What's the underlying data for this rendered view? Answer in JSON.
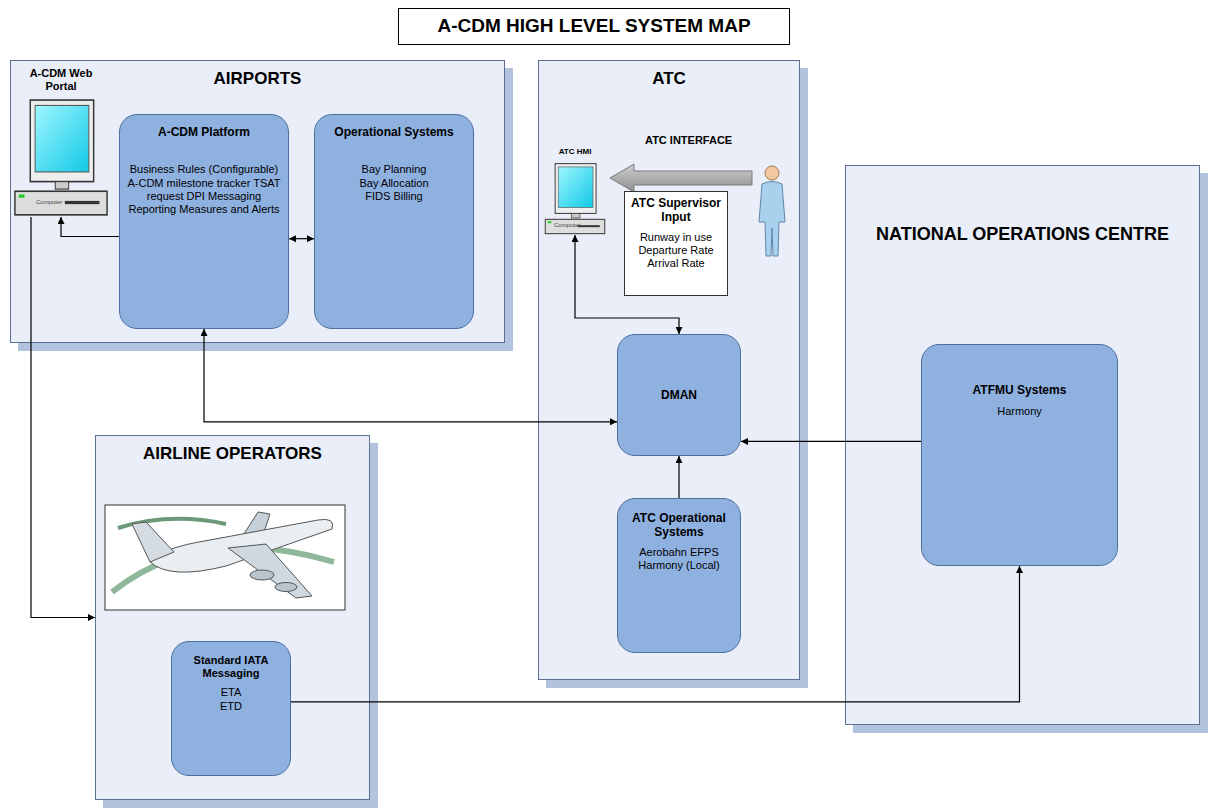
{
  "diagram": {
    "title": "A-CDM HIGH LEVEL SYSTEM MAP",
    "nodes": [
      {
        "text": [
          "AIRPORTS"
        ]
      },
      {
        "text": [
          "A-CDM Web Portal"
        ],
        "in": 0
      },
      {
        "text": [
          "A-CDM Platform",
          "Business Rules (Configurable) A-CDM milestone tracker TSAT request DPI Messaging Reporting Measures and Alerts"
        ],
        "in": 0
      },
      {
        "text": [
          "Operational Systems",
          "Bay Planning Bay Allocation FIDS Billing"
        ],
        "in": 0
      },
      {
        "text": [
          "ATC"
        ]
      },
      {
        "text": [
          "ATC HMI"
        ],
        "in": 4
      },
      {
        "text": [
          "ATC Supervisor Input",
          "Runway in use Departure Rate Arrival Rate"
        ],
        "in": 4
      },
      {
        "text": [
          "DMAN"
        ],
        "in": 4
      },
      {
        "text": [
          "ATC Operational Systems",
          "Aerobahn EFPS Harmony (Local)"
        ],
        "in": 4
      },
      {
        "text": [
          "NATIONAL OPERATIONS CENTRE"
        ]
      },
      {
        "text": [
          "ATFMU Systems",
          "Harmony"
        ],
        "in": 9
      },
      {
        "text": [
          "AIRLINE OPERATORS"
        ]
      },
      {
        "text": [
          "Standard IATA Messaging",
          "ETA ETD"
        ],
        "in": 11
      }
    ],
    "edges": [
      {
        "from": 2,
        "to": 1,
        "arrow": "to"
      },
      {
        "from": 2,
        "to": 3,
        "arrow": "both"
      },
      {
        "from": 1,
        "to": 11,
        "arrow": "to"
      },
      {
        "from": 2,
        "to": 7,
        "arrow": "both"
      },
      {
        "from": 7,
        "to": 5,
        "arrow": "both"
      },
      {
        "from": 8,
        "to": 7,
        "arrow": "to"
      },
      {
        "from": 10,
        "to": 7,
        "arrow": "to"
      },
      {
        "from": 12,
        "to": 10,
        "arrow": "to"
      }
    ],
    "labels": [
      "ATC INTERFACE",
      "Computer",
      "Computer"
    ]
  }
}
